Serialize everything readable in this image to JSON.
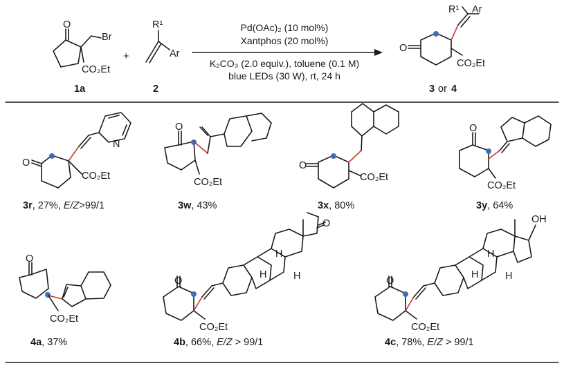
{
  "scheme": {
    "reactant_1": {
      "label": "1a",
      "atoms": {
        "ketone_o": "O",
        "halogen": "Br",
        "ester": "CO₂Et"
      }
    },
    "plus": "+",
    "reactant_2": {
      "label": "2",
      "atoms": {
        "substituent": "R¹",
        "aryl": "Ar"
      }
    },
    "conditions": {
      "line1": "Pd(OAc)₂ (10 mol%)",
      "line2": "Xantphos (20 mol%)",
      "line3": "K₂CO₃ (2.0 equiv.), toluene (0.1 M)",
      "line4": "blue LEDs (30 W), rt, 24 h"
    },
    "product": {
      "label_a": "3",
      "label_or": "or",
      "label_b": "4",
      "atoms": {
        "substituent": "R¹",
        "aryl": "Ar",
        "ketone_o": "O",
        "ester": "CO₂Et"
      }
    }
  },
  "compounds": [
    {
      "id": "3r",
      "yield": ", 27%, ",
      "ez_label": "E/Z",
      "ez_value": ">99/1",
      "atoms": {
        "o": "O",
        "n": "N",
        "ester": "CO₂Et"
      }
    },
    {
      "id": "3w",
      "yield": ", 43%",
      "atoms": {
        "o": "O",
        "ester": "CO₂Et"
      }
    },
    {
      "id": "3x",
      "yield": ", 80%",
      "atoms": {
        "o": "O",
        "ester": "CO₂Et"
      }
    },
    {
      "id": "3y",
      "yield": ", 64%",
      "atoms": {
        "o": "O",
        "ester": "CO₂Et"
      }
    },
    {
      "id": "4a",
      "yield": ", 37%",
      "atoms": {
        "o": "O",
        "ester": "CO₂Et"
      }
    },
    {
      "id": "4b",
      "yield": ", 66%, ",
      "ez_label": "E/Z",
      "ez_value": " > 99/1",
      "atoms": {
        "o": "O",
        "ketone_o": "O",
        "h1": "H",
        "h2": "H",
        "h3": "H",
        "ester": "CO₂Et"
      }
    },
    {
      "id": "4c",
      "yield": ", 78%,  ",
      "ez_label": "E/Z",
      "ez_value": " > 99/1",
      "atoms": {
        "o": "O",
        "oh": "OH",
        "h1": "H",
        "h2": "H",
        "h3": "H",
        "ester": "CO₂Et"
      }
    }
  ],
  "colors": {
    "ink": "#1a1a1a",
    "radical_dot": "#3b6fb6",
    "new_bond": "#c0392b"
  }
}
